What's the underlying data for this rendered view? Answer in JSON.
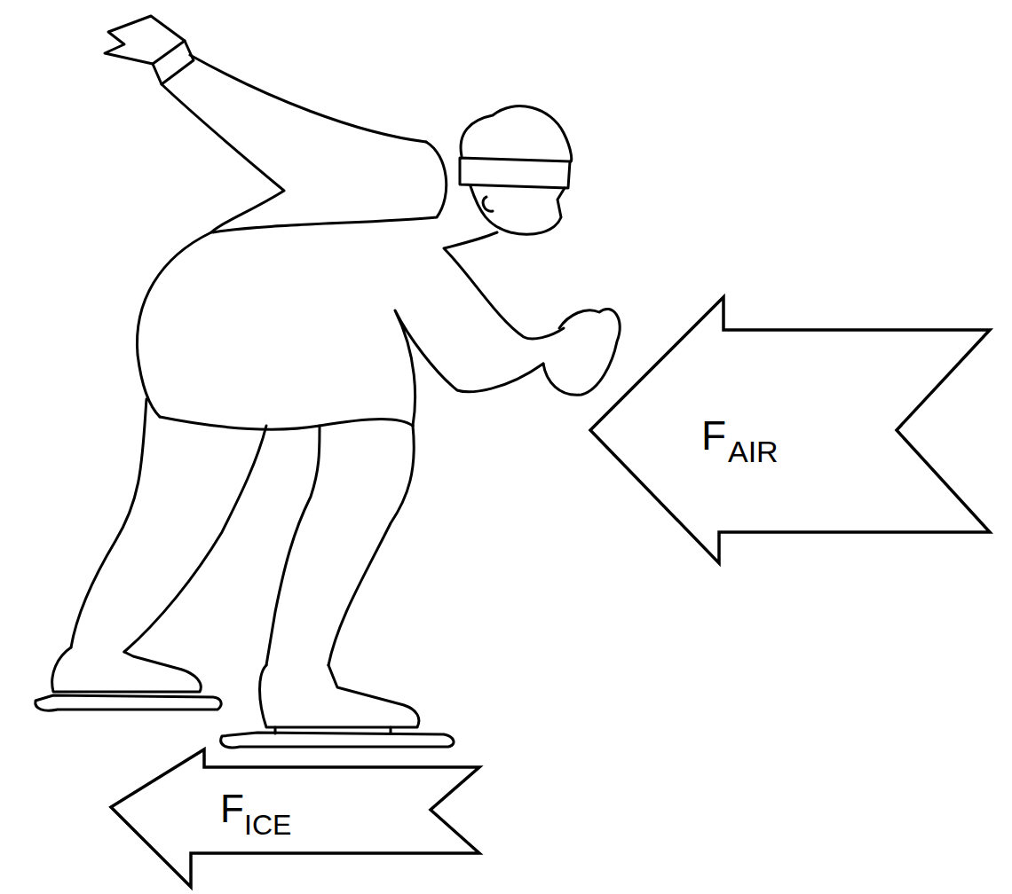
{
  "diagram": {
    "nodes": [
      {
        "text": [
          "F",
          "AIR"
        ]
      },
      {
        "text": [
          "F",
          "ICE"
        ]
      }
    ]
  }
}
